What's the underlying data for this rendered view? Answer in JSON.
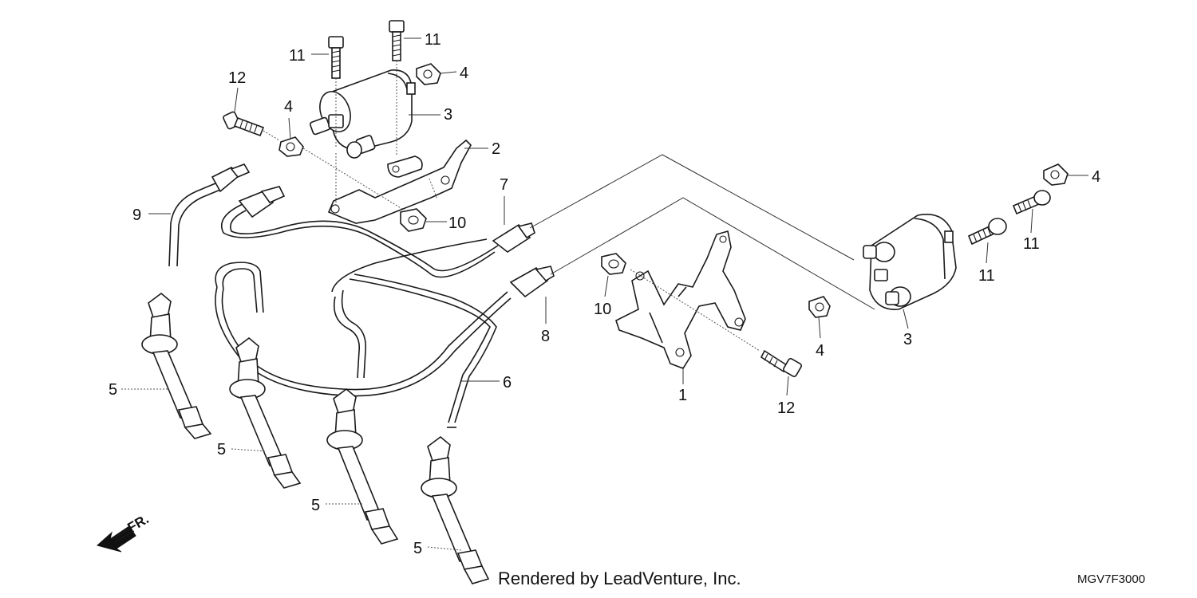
{
  "callouts": [
    {
      "id": "c1",
      "text": "1"
    },
    {
      "id": "c2",
      "text": "2"
    },
    {
      "id": "c3a",
      "text": "3"
    },
    {
      "id": "c3b",
      "text": "3"
    },
    {
      "id": "c4a",
      "text": "4"
    },
    {
      "id": "c4b",
      "text": "4"
    },
    {
      "id": "c4c",
      "text": "4"
    },
    {
      "id": "c4d",
      "text": "4"
    },
    {
      "id": "c5a",
      "text": "5"
    },
    {
      "id": "c5b",
      "text": "5"
    },
    {
      "id": "c5c",
      "text": "5"
    },
    {
      "id": "c5d",
      "text": "5"
    },
    {
      "id": "c6",
      "text": "6"
    },
    {
      "id": "c7",
      "text": "7"
    },
    {
      "id": "c8",
      "text": "8"
    },
    {
      "id": "c9",
      "text": "9"
    },
    {
      "id": "c10a",
      "text": "10"
    },
    {
      "id": "c10b",
      "text": "10"
    },
    {
      "id": "c11a",
      "text": "11"
    },
    {
      "id": "c11b",
      "text": "11"
    },
    {
      "id": "c11c",
      "text": "11"
    },
    {
      "id": "c11d",
      "text": "11"
    },
    {
      "id": "c12a",
      "text": "12"
    },
    {
      "id": "c12b",
      "text": "12"
    }
  ],
  "front_marker": "FR.",
  "footer": {
    "credit": "Rendered by LeadVenture, Inc.",
    "diagram_code": "MGV7F3000"
  }
}
